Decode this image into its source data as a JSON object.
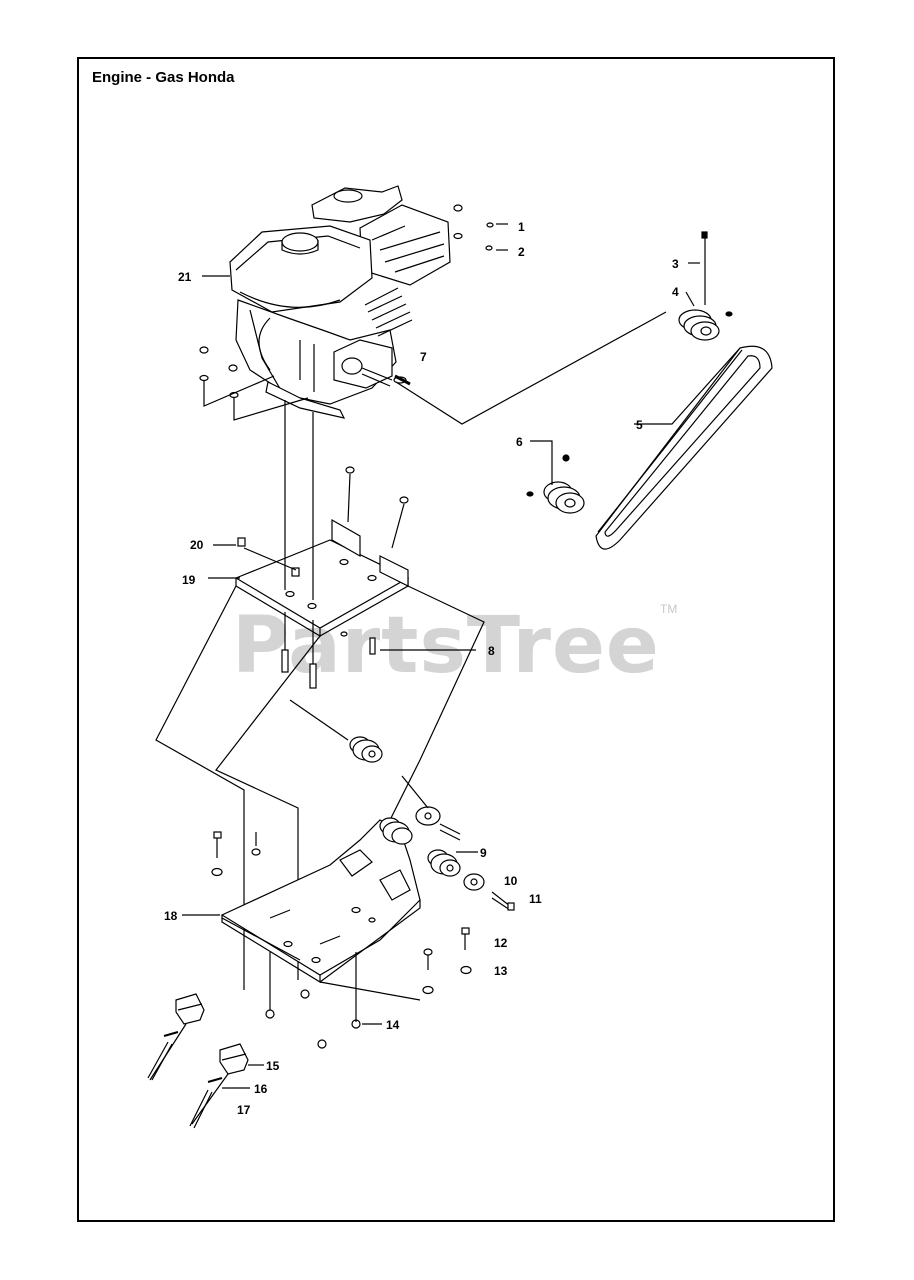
{
  "title": "Engine - Gas Honda",
  "watermark": {
    "text": "PartsTree",
    "trademark": "TM"
  },
  "callouts": [
    {
      "id": "1",
      "text": "1"
    },
    {
      "id": "2",
      "text": "2"
    },
    {
      "id": "3",
      "text": "3"
    },
    {
      "id": "4",
      "text": "4"
    },
    {
      "id": "5",
      "text": "5"
    },
    {
      "id": "6",
      "text": "6"
    },
    {
      "id": "7",
      "text": "7"
    },
    {
      "id": "8",
      "text": "8"
    },
    {
      "id": "9",
      "text": "9"
    },
    {
      "id": "10",
      "text": "10"
    },
    {
      "id": "11",
      "text": "11"
    },
    {
      "id": "12",
      "text": "12"
    },
    {
      "id": "13",
      "text": "13"
    },
    {
      "id": "14",
      "text": "14"
    },
    {
      "id": "15",
      "text": "15"
    },
    {
      "id": "16",
      "text": "16"
    },
    {
      "id": "17",
      "text": "17"
    },
    {
      "id": "18",
      "text": "18"
    },
    {
      "id": "19",
      "text": "19"
    },
    {
      "id": "20",
      "text": "20"
    },
    {
      "id": "21",
      "text": "21"
    }
  ]
}
